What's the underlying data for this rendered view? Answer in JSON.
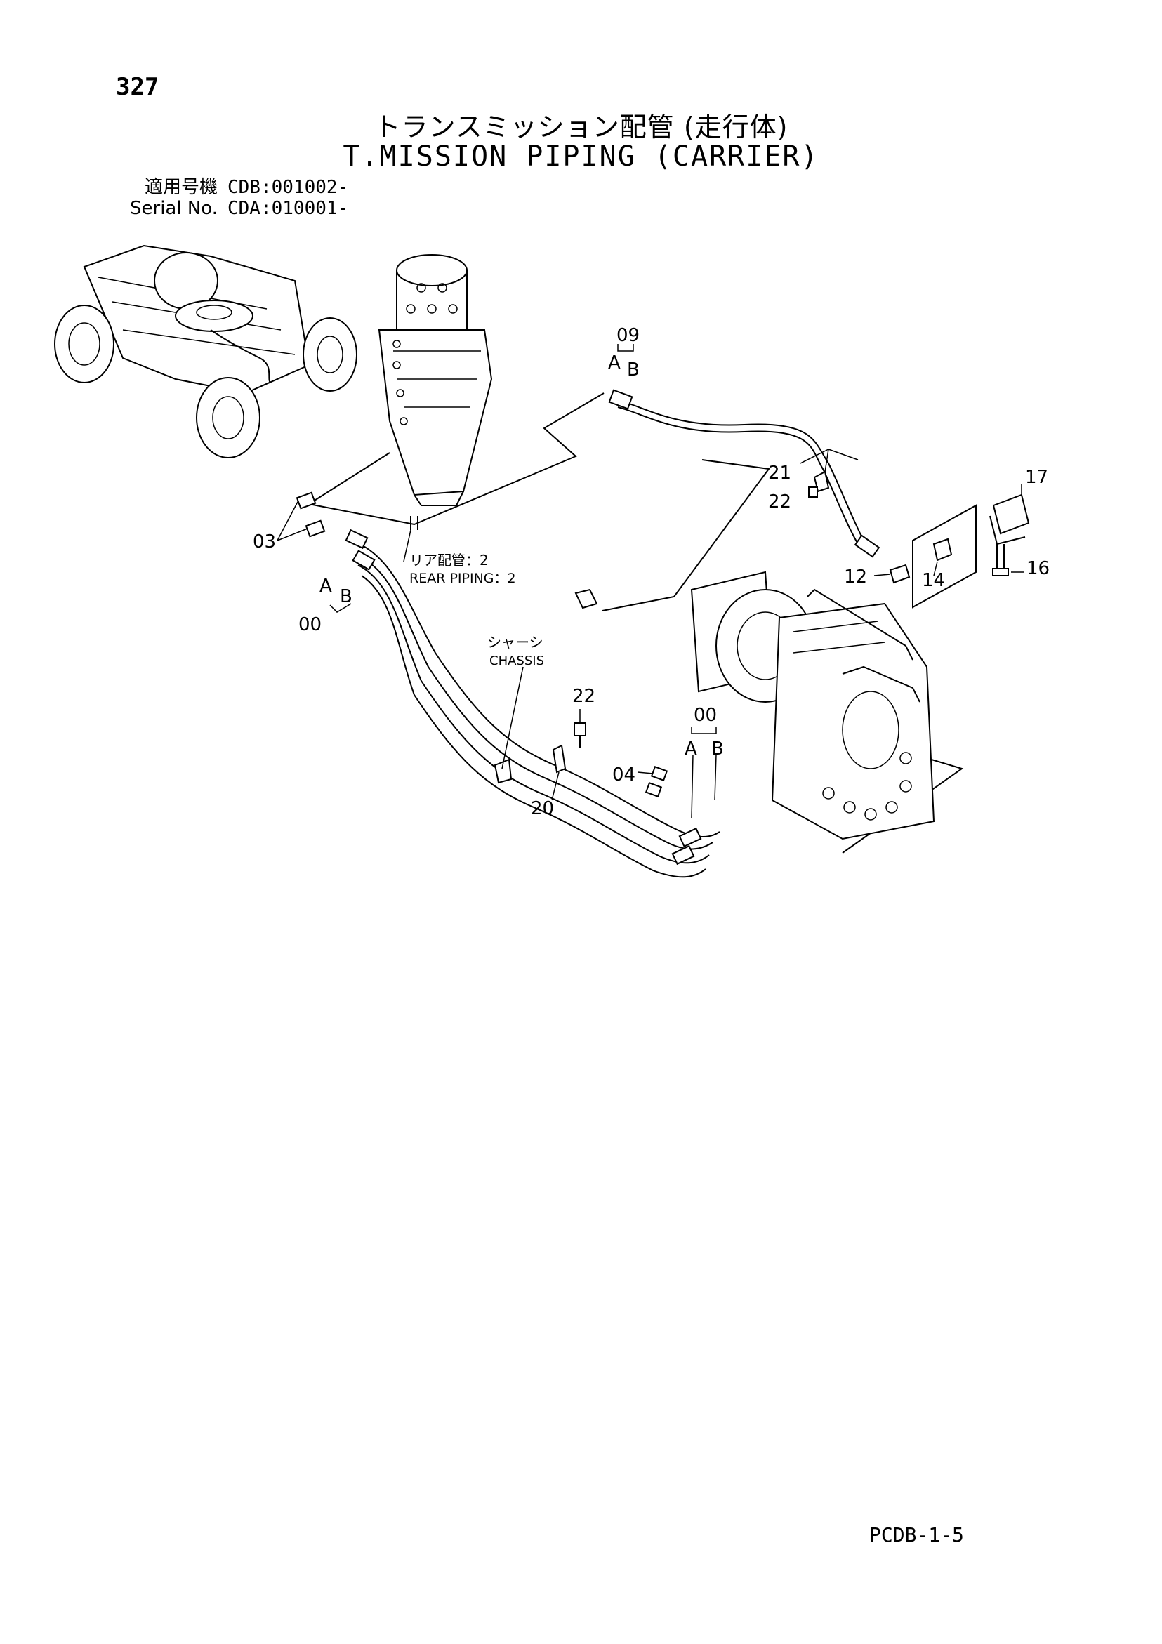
{
  "page": {
    "number": "327",
    "title_ja": "トランスミッション配管 (走行体)",
    "title_en": "T.MISSION PIPING (CARRIER)",
    "serial_block": {
      "row1_label": "適用号機",
      "row1_value": "CDB:001002-",
      "row2_label": "Serial No.",
      "row2_value": "CDA:010001-"
    },
    "footer_code": "PCDB-1-5"
  },
  "callouts": {
    "p09": "09",
    "p09_a": "A",
    "p09_b": "B",
    "p21": "21",
    "p22_top": "22",
    "p17": "17",
    "p16": "16",
    "p12": "12",
    "p14": "14",
    "p03": "03",
    "p00_left": "00",
    "p00_left_a": "A",
    "p00_left_b": "B",
    "rear_ja": "リア配管：2",
    "rear_en": "REAR PIPING：2",
    "chassis_ja": "シャーシ",
    "chassis_en": "CHASSIS",
    "p22_mid": "22",
    "p00_right": "00",
    "p00_right_a": "A",
    "p00_right_b": "B",
    "p04": "04",
    "p20": "20"
  }
}
